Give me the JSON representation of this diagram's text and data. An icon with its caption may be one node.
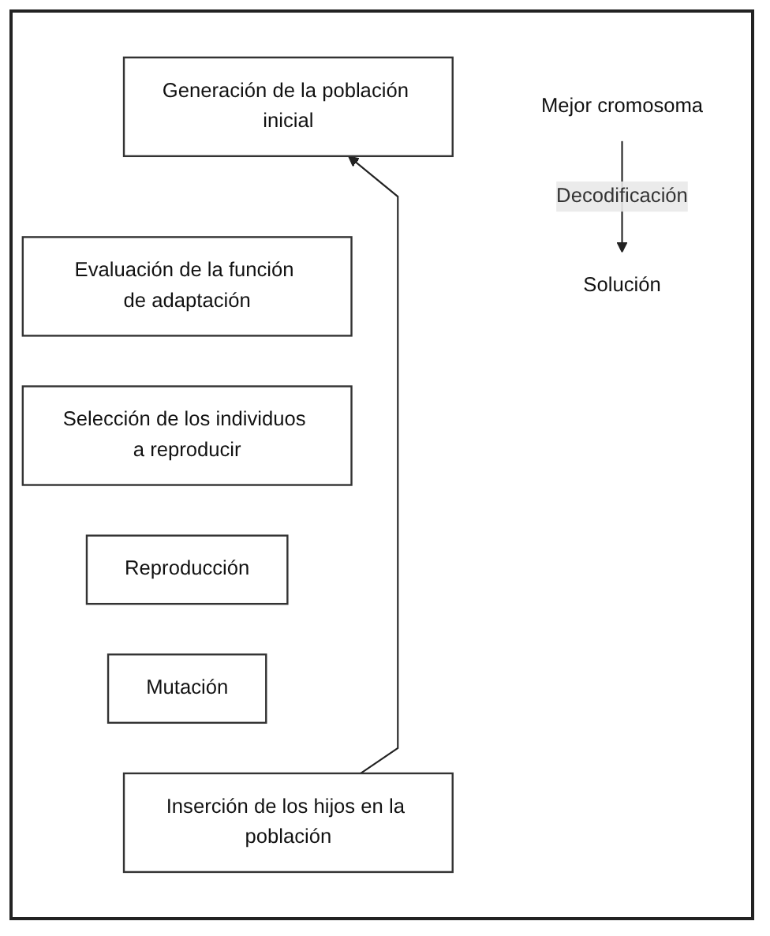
{
  "diagram": {
    "nodes": [
      {
        "text": [
          "Generación de la población inicial"
        ]
      },
      {
        "text": [
          "Evaluación de la función de adaptación"
        ]
      },
      {
        "text": [
          "Selección de los individuos a reproducir"
        ]
      },
      {
        "text": [
          "Reproducción"
        ]
      },
      {
        "text": [
          "Mutación"
        ]
      },
      {
        "text": [
          "Inserción de los hijos en la población"
        ]
      },
      {
        "text": [
          "Mejor cromosoma"
        ]
      },
      {
        "text": [
          "Solución"
        ]
      }
    ],
    "edges": [
      {
        "from": 5,
        "to": 0,
        "arrow": "to"
      },
      {
        "from": 6,
        "to": 7,
        "label": "Decodificación",
        "arrow": "to"
      }
    ]
  }
}
